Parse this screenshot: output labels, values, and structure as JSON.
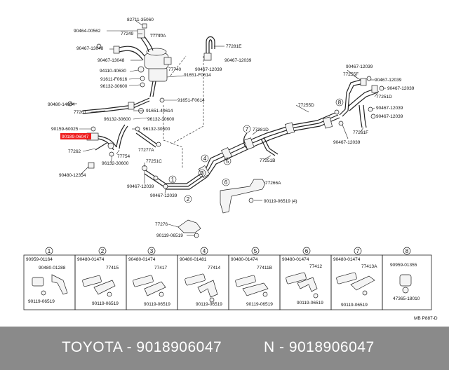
{
  "highlight_label": "90189-06047",
  "labels": [
    {
      "id": "l1",
      "text": "82711-35060"
    },
    {
      "id": "l2",
      "text": "90464-00562"
    },
    {
      "id": "l3",
      "text": "77249"
    },
    {
      "id": "l4",
      "text": "77740A"
    },
    {
      "id": "l5",
      "text": "77281E"
    },
    {
      "id": "l6",
      "text": "90467-13048"
    },
    {
      "id": "l7",
      "text": "90467-13048"
    },
    {
      "id": "l8",
      "text": "90467-12039"
    },
    {
      "id": "l9",
      "text": "90467-12039"
    },
    {
      "id": "l10",
      "text": "94110-40630"
    },
    {
      "id": "l11",
      "text": "77740"
    },
    {
      "id": "l12",
      "text": "91651-F0614"
    },
    {
      "id": "l13",
      "text": "91611-F0616"
    },
    {
      "id": "l14",
      "text": "96132-30600"
    },
    {
      "id": "l15",
      "text": "91651-F0614"
    },
    {
      "id": "l16",
      "text": "90480-14004"
    },
    {
      "id": "l17",
      "text": "77261"
    },
    {
      "id": "l18",
      "text": "91651-40614"
    },
    {
      "id": "l19",
      "text": "96132-30600"
    },
    {
      "id": "l20",
      "text": "96132-30600"
    },
    {
      "id": "l21",
      "text": "90159-60025"
    },
    {
      "id": "l22",
      "text": "96132-30600"
    },
    {
      "id": "l23",
      "text": "77277A"
    },
    {
      "id": "l24",
      "text": "77262"
    },
    {
      "id": "l25",
      "text": "77754"
    },
    {
      "id": "l26",
      "text": "96132-30600"
    },
    {
      "id": "l27",
      "text": "90480-12354"
    },
    {
      "id": "l28",
      "text": "77251C"
    },
    {
      "id": "l29",
      "text": "90467-12039"
    },
    {
      "id": "l30",
      "text": "90467-12039"
    },
    {
      "id": "l31",
      "text": "77255D"
    },
    {
      "id": "l32",
      "text": "77281D"
    },
    {
      "id": "l33",
      "text": "77251B"
    },
    {
      "id": "l34",
      "text": "77266A"
    },
    {
      "id": "l35",
      "text": "90119-06519 (4)"
    },
    {
      "id": "l36",
      "text": "77276"
    },
    {
      "id": "l37",
      "text": "90119-06519"
    },
    {
      "id": "l38",
      "text": "90467-12039"
    },
    {
      "id": "l39",
      "text": "77255F"
    },
    {
      "id": "l40",
      "text": "90467-12039"
    },
    {
      "id": "l41",
      "text": "90467-12039"
    },
    {
      "id": "l42",
      "text": "77251D"
    },
    {
      "id": "l43",
      "text": "90467-12039"
    },
    {
      "id": "l44",
      "text": "90467-12039"
    },
    {
      "id": "l45",
      "text": "77261F"
    },
    {
      "id": "l46",
      "text": "90467-12039"
    }
  ],
  "callouts": [
    "1",
    "2",
    "3",
    "4",
    "5",
    "6",
    "7",
    "8"
  ],
  "detail_boxes": [
    {
      "num": "1",
      "labels": [
        "90959-01164",
        "90480-01288",
        "90119-06519"
      ]
    },
    {
      "num": "2",
      "labels": [
        "90480-01474",
        "77415",
        "90119-06519"
      ]
    },
    {
      "num": "3",
      "labels": [
        "90480-01474",
        "77417",
        "90119-06519"
      ]
    },
    {
      "num": "4",
      "labels": [
        "90480-01481",
        "77414",
        "90119-06519"
      ]
    },
    {
      "num": "5",
      "labels": [
        "90480-01474",
        "77411B",
        "90119-06519"
      ]
    },
    {
      "num": "6",
      "labels": [
        "90480-01474",
        "77412",
        "90119-06519"
      ]
    },
    {
      "num": "7",
      "labels": [
        "90480-01474",
        "77413A",
        "90119-06519"
      ]
    },
    {
      "num": "8",
      "labels": [
        "90959-01355",
        "47365-18010"
      ]
    }
  ],
  "drawing_code": "MB P887-D",
  "footer": {
    "left": "TOYOTA - 9018906047",
    "right": "N - 9018906047"
  }
}
